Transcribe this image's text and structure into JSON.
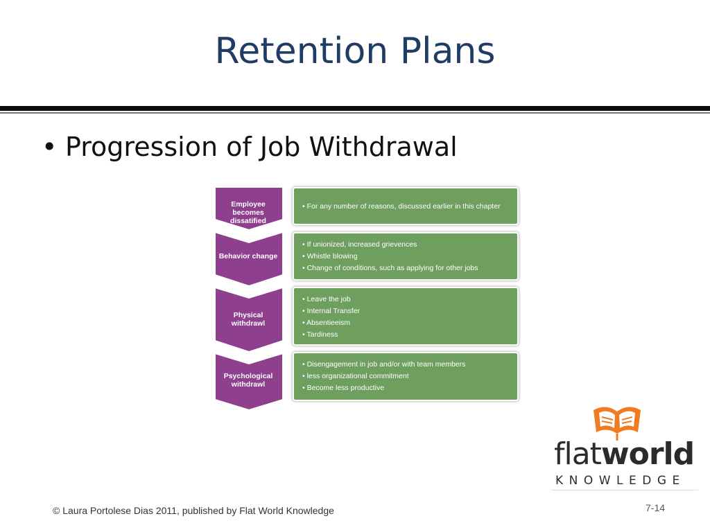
{
  "slide": {
    "title": "Retention Plans",
    "bullet": "Progression of Job Withdrawal",
    "footer": "© Laura Portolese Dias 2011, published by Flat World Knowledge",
    "page_number": "7-14"
  },
  "diagram": {
    "stages": [
      {
        "label": "Employee becomes dissatified",
        "items": [
          "• For any number of reasons, discussed earlier in this chapter"
        ]
      },
      {
        "label": "Behavior change",
        "items": [
          "• If unionized, increased grievences",
          "• Whistle blowing",
          "• Change of conditions, such as applying for other jobs"
        ]
      },
      {
        "label": "Physical withdrawl",
        "items": [
          "• Leave the job",
          "• Internal Transfer",
          "• Absentieeism",
          "• Tardiness"
        ]
      },
      {
        "label": "Psychological withdrawl",
        "items": [
          "• Disengagement in job and/or with team members",
          "• less organizational commitment",
          "• Become less productive"
        ]
      }
    ],
    "colors": {
      "chevron": "#8e3f8e",
      "box": "#6e9f5f"
    }
  },
  "logo": {
    "word_light": "flat",
    "word_bold": "world",
    "subtitle": "KNOWLEDGE",
    "icon": "open-book-icon",
    "color": "#f07b23"
  }
}
